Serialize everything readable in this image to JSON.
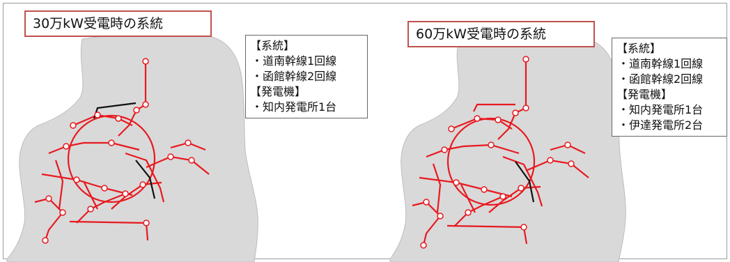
{
  "left_panel": {
    "title": "30万kW受電時の系統",
    "legend": {
      "system_heading": "【系統】",
      "system_items": [
        "・道南幹線1回線",
        "・函館幹線2回線"
      ],
      "generator_heading": "【発電機】",
      "generator_items": [
        "・知内発電所1台"
      ]
    }
  },
  "right_panel": {
    "title": "60万kW受電時の系統",
    "legend": {
      "system_heading": "【系統】",
      "system_items": [
        "・道南幹線1回線",
        "・函館幹線2回線"
      ],
      "generator_heading": "【発電機】",
      "generator_items": [
        "・知内発電所1台",
        "・伊達発電所2台"
      ]
    }
  },
  "colors": {
    "border": "#c0504d",
    "line_active": "#e8191f",
    "line_inactive": "#111111",
    "map_fill": "#d9d9d9"
  }
}
